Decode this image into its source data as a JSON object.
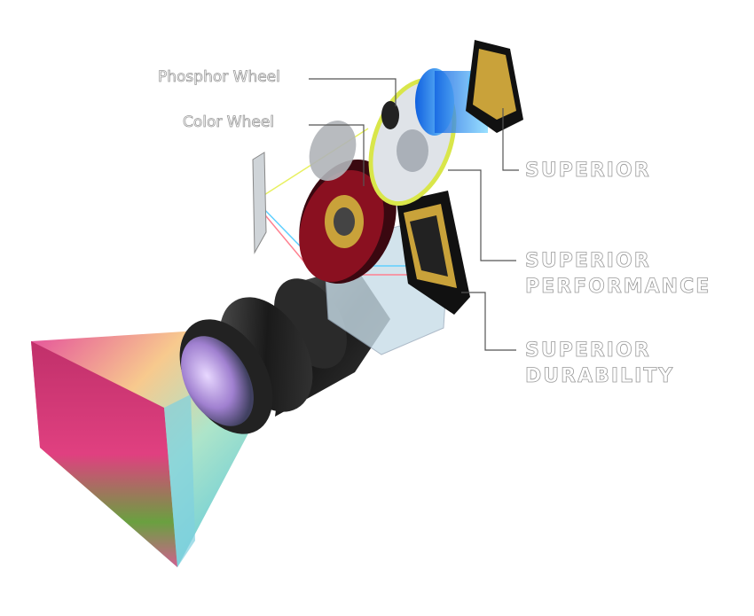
{
  "labels": {
    "phosphor_wheel": "Phosphor Wheel",
    "color_wheel": "Color  Wheel",
    "callout1": {
      "line1": "SUPERIOR"
    },
    "callout2": {
      "line1": "SUPERIOR",
      "line2": "PERFORMANCE"
    },
    "callout3": {
      "line1": "SUPERIOR",
      "line2": "DURABILITY"
    }
  },
  "colors": {
    "label_outline": "#9a9a9a",
    "leader_line": "#555555",
    "phosphor_rim": "#d9e64a",
    "laser_blue": "#3aa0ff",
    "gold": "#c9a23a"
  }
}
